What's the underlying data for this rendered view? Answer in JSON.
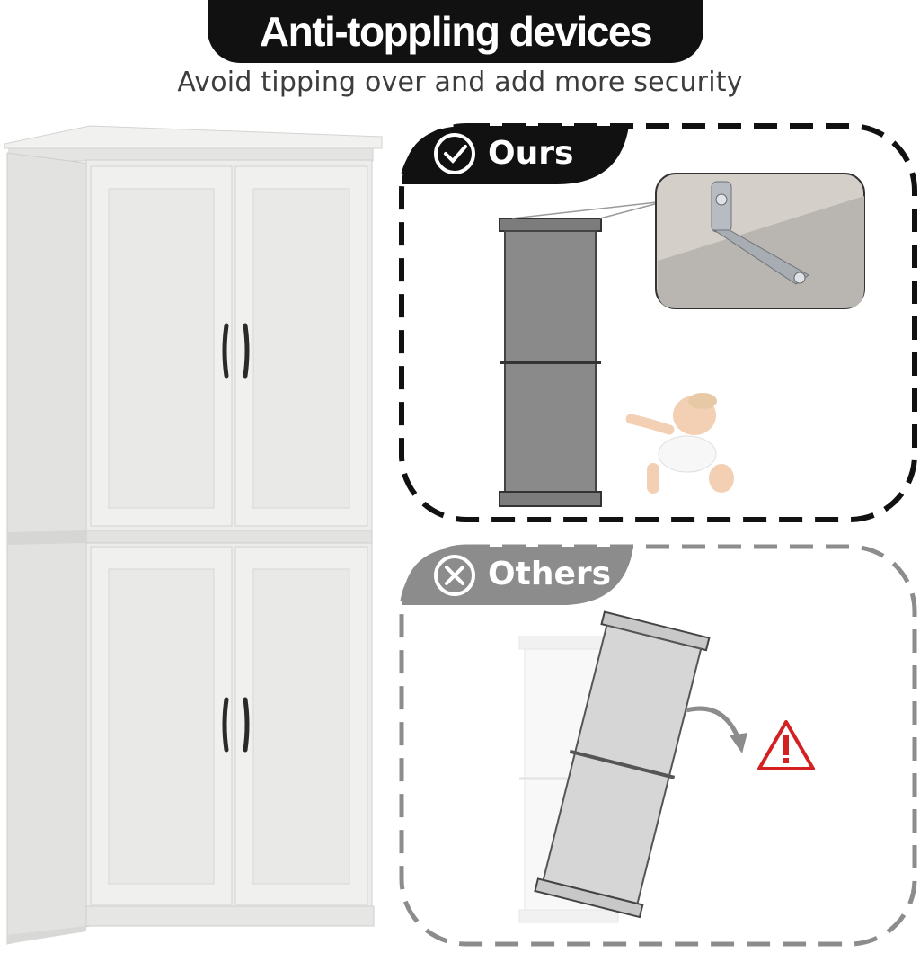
{
  "header": {
    "title": "Anti-toppling devices",
    "subtitle": "Avoid tipping over and add more security"
  },
  "panels": {
    "ours": {
      "label": "Ours",
      "icon": "check-circle-icon",
      "accent": "#111111"
    },
    "others": {
      "label": "Others",
      "icon": "x-circle-icon",
      "accent": "#8c8c8c"
    }
  },
  "colors": {
    "cabinet": "#ececea",
    "warning": "#d42020",
    "cabinet_gray": "#7c7c7c"
  }
}
